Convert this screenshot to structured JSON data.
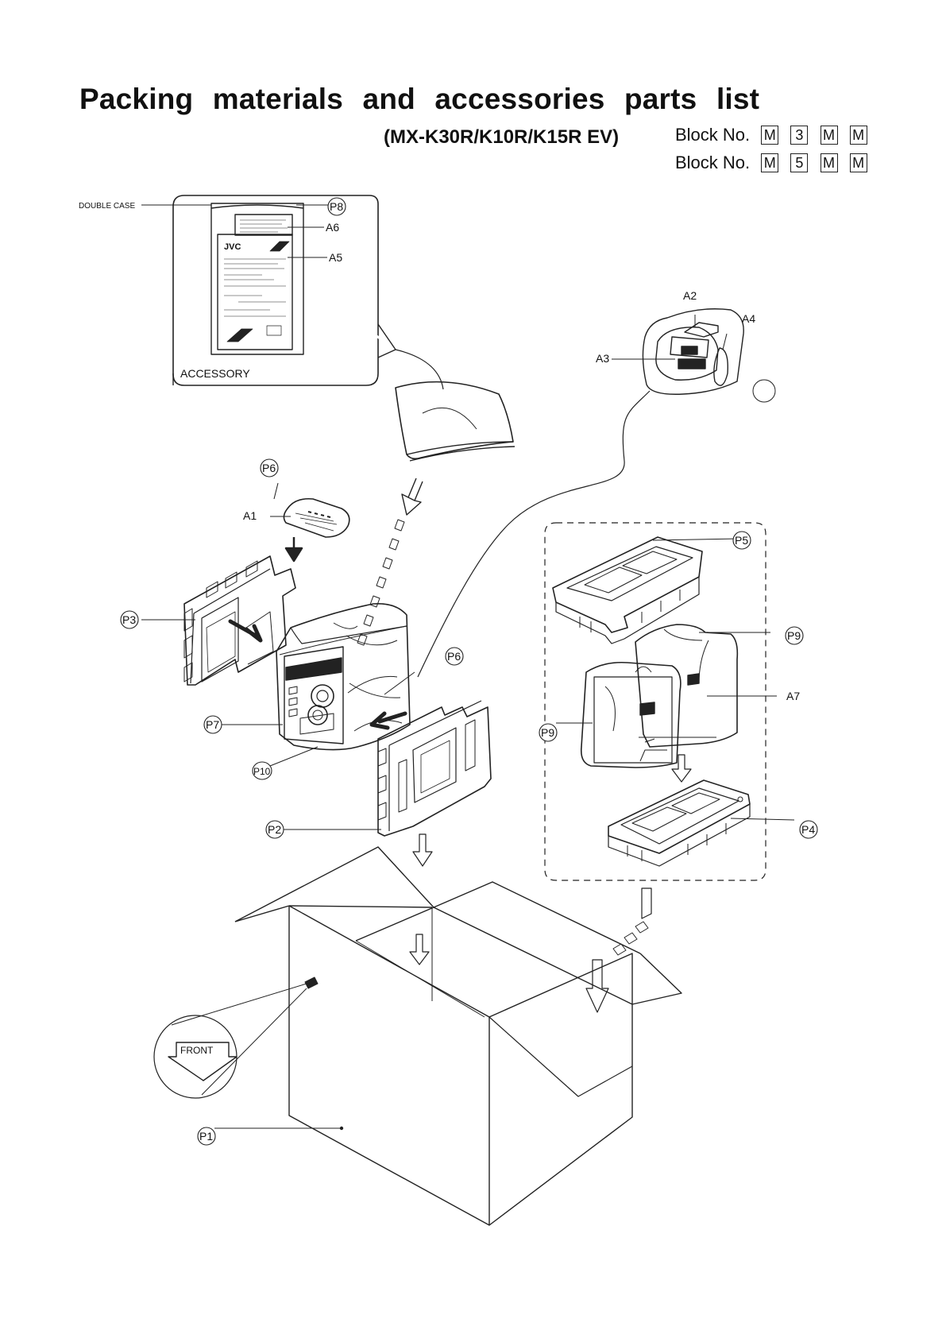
{
  "header": {
    "title": "Packing materials and accessories parts list",
    "model": "(MX-K30R/K10R/K15R  EV)",
    "block_label": "Block No.",
    "blocks": [
      [
        "M",
        "3",
        "M",
        "M"
      ],
      [
        "M",
        "5",
        "M",
        "M"
      ]
    ]
  },
  "labels": {
    "double_case": "DOUBLE CASE",
    "accessory": "ACCESSORY",
    "front": "FRONT",
    "brand": "JVC"
  },
  "parts": {
    "p1": "P1",
    "p2": "P2",
    "p3": "P3",
    "p4": "P4",
    "p5": "P5",
    "p6_top": "P6",
    "p6_right": "P6",
    "p7": "P7",
    "p8": "P8",
    "p9_top": "P9",
    "p9_left": "P9",
    "p10": "P10",
    "a1": "A1",
    "a2": "A2",
    "a3": "A3",
    "a4": "A4",
    "a5": "A5",
    "a6": "A6",
    "a7": "A7"
  }
}
